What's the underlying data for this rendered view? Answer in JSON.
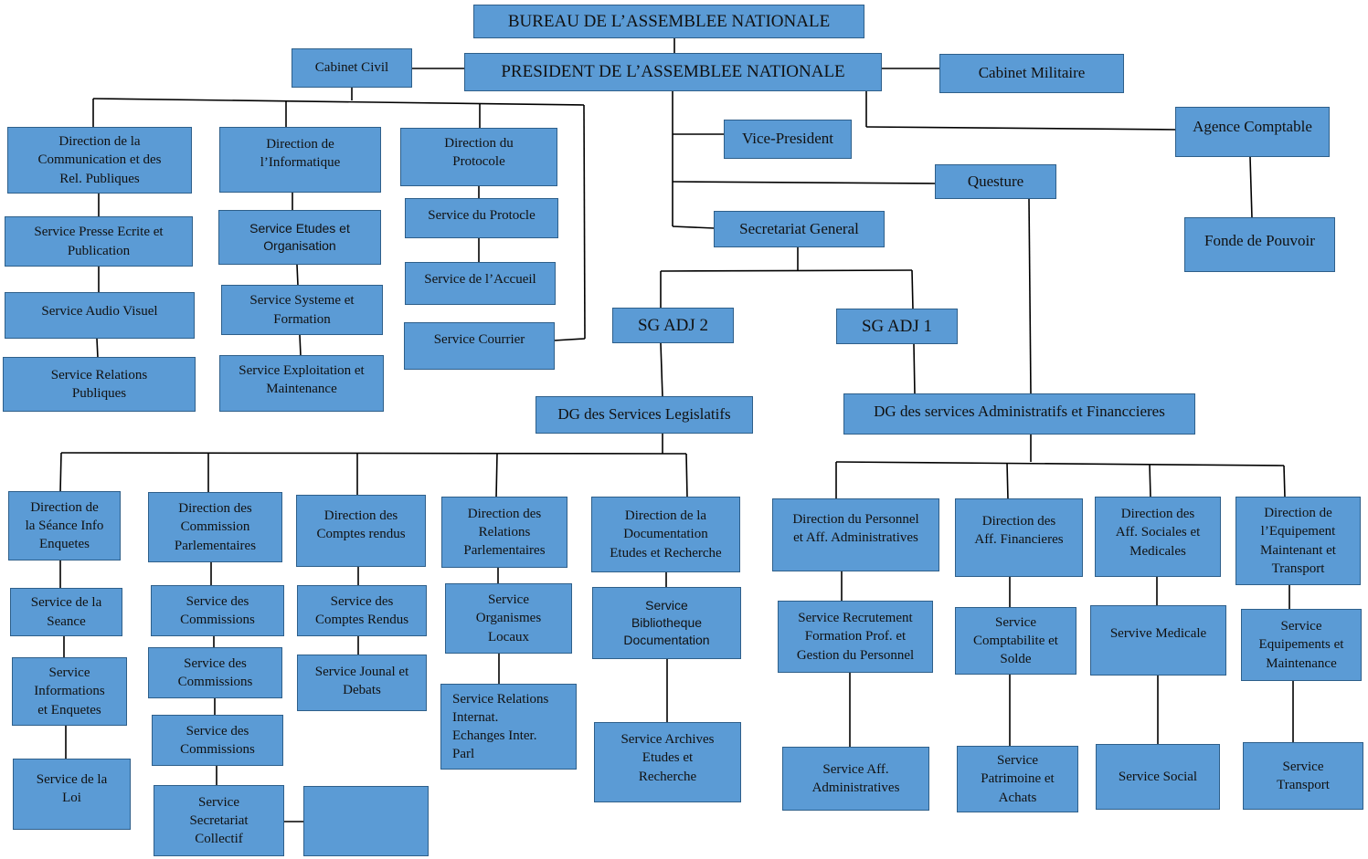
{
  "boxes": {
    "bureau": "BUREAU DE L’ASSEMBLEE NATIONALE",
    "president": "PRESIDENT DE L’ASSEMBLEE NATIONALE",
    "cabinet_civil": "Cabinet Civil",
    "cabinet_militaire": "Cabinet Militaire",
    "vice_president": "Vice-President",
    "agence_comptable": "Agence Comptable",
    "fonde_pouvoir": "Fonde de Pouvoir",
    "questure": "Questure",
    "secretariat_general": "Secretariat General",
    "sg_adj2": "SG ADJ 2",
    "sg_adj1": "SG ADJ 1",
    "dg_legislatifs": "DG des Services Legislatifs",
    "dg_admin": "DG des services Administratifs et Financcieres",
    "dir_communication": "Direction de la\nCommunication et des\nRel. Publiques",
    "svc_presse": "Service Presse Ecrite et\nPublication",
    "svc_audio": "Service Audio Visuel",
    "svc_relations_publiques": "Service Relations\nPubliques",
    "dir_informatique": "Direction de\nl’Informatique",
    "svc_etudes_org": "Service Etudes et\nOrganisation",
    "svc_systeme": "Service Systeme et\nFormation",
    "svc_exploitation": "Service Exploitation et\nMaintenance",
    "dir_protocole": "Direction du\nProtocole",
    "svc_protocole": "Service du Protocle",
    "svc_accueil": "Service de l’Accueil",
    "svc_courrier": "Service Courrier",
    "dir_seance": "Direction de\nla Séance Info\nEnquetes",
    "svc_seance": "Service de la\nSeance",
    "svc_informations": "Service\nInformations\net Enquetes",
    "svc_loi": "Service de la\nLoi",
    "dir_commission": "Direction des\nCommission\nParlementaires",
    "svc_commissions_1": "Service des\nCommissions",
    "svc_commissions_2": "Service des\nCommissions",
    "svc_commissions_3": "Service des\nCommissions",
    "svc_secretariat_collectif": "Service\nSecretariat\nCollectif",
    "blank_box": "",
    "dir_comptes_rendus": "Direction des\nComptes rendus",
    "svc_comptes_rendus": "Service des\nComptes Rendus",
    "svc_journal": "Service Jounal et\nDebats",
    "dir_relations_parl": "Direction des\nRelations\nParlementaires",
    "svc_organismes": "Service\nOrganismes\nLocaux",
    "svc_relations_intern": "Service  Relations\nInternat.\nEchanges     Inter.\nParl",
    "dir_documentation": "Direction de la\nDocumentation\nEtudes et Recherche",
    "svc_bibliotheque": "Service\nBibliotheque\nDocumentation",
    "svc_archives": "Service Archives\nEtudes et\nRecherche",
    "dir_personnel": "Direction du Personnel\net Aff. Administratives",
    "svc_recrutement": "Service Recrutement\nFormation Prof. et\nGestion du Personnel",
    "svc_aff_admin": "Service Aff.\nAdministratives",
    "dir_financieres": "Direction des\nAff. Financieres",
    "svc_comptabilite": "Service\nComptabilite et\nSolde",
    "svc_patrimoine": "Service\nPatrimoine et\nAchats",
    "dir_sociales": "Direction des\nAff. Sociales et\nMedicales",
    "svc_medicale": "Servive Medicale",
    "svc_social": "Service Social",
    "dir_equipement": "Direction de\nl’Equipement\nMaintenant et\nTransport",
    "svc_equipements": "Service\nEquipements et\nMaintenance",
    "svc_transport": "Service\nTransport"
  },
  "colors": {
    "box_fill": "#5b9bd5",
    "box_border": "#2e5f8a",
    "connector": "#000000"
  }
}
